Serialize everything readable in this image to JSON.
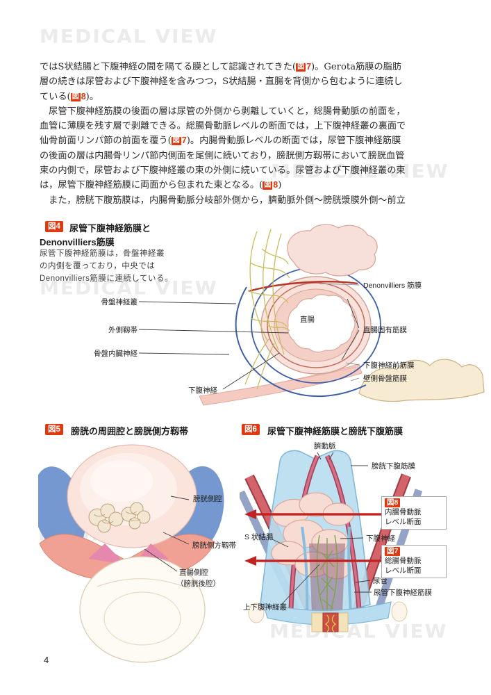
{
  "watermark": {
    "text": "MEDICAL VIEW"
  },
  "page_number": "4",
  "colors": {
    "badge_red": "#e0380f",
    "level_line_red": "#c32222",
    "watermark_gray": "#ebebeb"
  },
  "body": {
    "fig_char": "図",
    "lines": [
      {
        "a": "ではS状結腸と下腹神経の間を隔てる膜として認識されてきた(",
        "fig": "7",
        "b": ")。Gerota筋膜の脂肪"
      },
      {
        "a": "層の続きは尿管および下腹神経を含みつつ，S状結腸・直腸を背側から包むように連続し"
      },
      {
        "a": "ている(",
        "fig": "8",
        "b": ")。"
      },
      {
        "a": "　尿管下腹神経筋膜の後面の層は尿管の外側から剥離していくと，総腸骨動脈の前面を，"
      },
      {
        "a": "血管に薄膜を残す層で剥離できる。総腸骨動脈レベルの断面では，上下腹神経叢の裏面で"
      },
      {
        "a": "仙骨前面リンパ節の前面を覆う(",
        "fig": "7",
        "b": ")。内腸骨動脈レベルの断面では，尿管下腹神経筋膜"
      },
      {
        "a": "の後面の層は内腸骨リンパ節内側面を尾側に続いており，膀胱側方靱帯において膀胱血管"
      },
      {
        "a": "束の内側で，尿管および下腹神経叢の束の外側に続いている。尿管および下腹神経叢の束"
      },
      {
        "a": "は，尿管下腹神経筋膜に両面から包まれた束となる。(",
        "fig": "8",
        "b": ")"
      },
      {
        "a": "　また，膀胱下腹筋膜は，内腸骨動脈分岐部外側から，臍動脈外側～膀胱漿膜外側～前立"
      }
    ]
  },
  "fig4": {
    "badge": "図4",
    "title_line1": "尿管下腹神経筋膜と",
    "title_line2": "Denonvilliers筋膜",
    "caption_l1": "尿管下腹神経筋膜は，骨盤神経叢",
    "caption_l2": "の内側を覆っており，中央では",
    "caption_l3": "Denonvilliers筋膜に連続している。",
    "labels": {
      "pelvic_plexus": "骨盤神経叢",
      "lateral_ligament": "外側靱帯",
      "pelvic_splanchnic": "骨盤内臓神経",
      "hypogastric_nerve": "下腹神経",
      "denonvilliers": "Denonvilliers 筋膜",
      "rectal_proper_fascia": "直腸固有筋膜",
      "prehypogastric_fascia": "下腹神経前筋膜",
      "parietal_pelvic_fascia": "壁側骨盤筋膜",
      "rectum": "直腸"
    }
  },
  "fig5": {
    "badge": "図5",
    "title": "膀胱の周囲腔と膀胱側方靱帯",
    "labels": {
      "paravesical_space": "膀胱側腔",
      "lateral_vesical_ligament": "膀胱側方靱帯",
      "pararectal_space": "直腸側腔",
      "retrovesical_space": "（膀胱後腔）"
    }
  },
  "fig6": {
    "badge": "図6",
    "title": "尿管下腹神経筋膜と膀胱下腹筋膜",
    "labels": {
      "umbilical_artery": "臍動脈",
      "vesicohypogastric_fascia": "膀胱下腹筋膜",
      "hypogastric_nerve": "下腹神経",
      "sigmoid_colon": "S 状結腸",
      "ureter": "尿管",
      "ureterohypogastric_fascia": "尿管下腹神経筋膜",
      "superior_hypogastric_plexus": "上下腹神経叢"
    },
    "ref8": {
      "badge": "図8",
      "line1": "内腸骨動脈",
      "line2": "レベル断面"
    },
    "ref7": {
      "badge": "図7",
      "line1": "総腸骨動脈",
      "line2": "レベル断面"
    }
  }
}
